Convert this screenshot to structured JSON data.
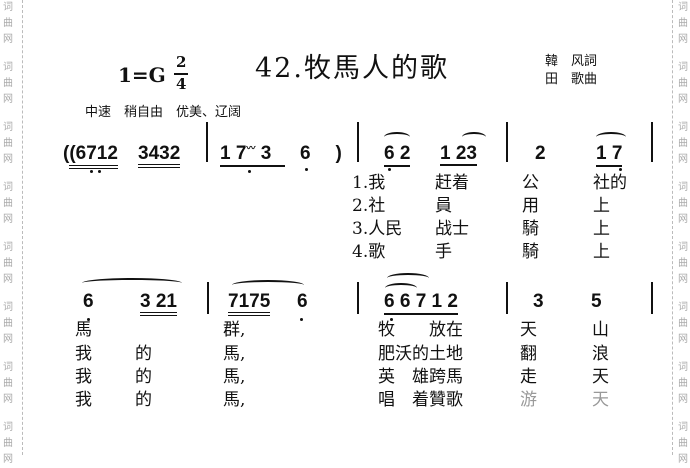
{
  "watermark": "词曲网",
  "header": {
    "key": "1=G",
    "time_top": "2",
    "time_bottom": "4",
    "title": "42.牧馬人的歌",
    "lyricist": "韓　风詞",
    "composer": "田　歌曲",
    "tempo": "中速　稍自由　优美、辽阔"
  },
  "row1": {
    "notes": [
      "(6712",
      "3432",
      "1 7",
      "3",
      "6",
      "  )",
      "6 2",
      "1 23",
      "2",
      "1 7"
    ],
    "lyrics": [
      [
        "1.我",
        "赶着",
        "公",
        "社的"
      ],
      [
        "2.社",
        "員",
        "用",
        "上"
      ],
      [
        "3.人民",
        "战士",
        "騎",
        "上"
      ],
      [
        "4.歌",
        "手",
        "騎",
        "上"
      ]
    ]
  },
  "row2": {
    "notes": [
      "6",
      "3 21",
      "7175",
      "6",
      "6 6 7 1 2",
      "3",
      "5"
    ],
    "lyrics": [
      [
        "馬",
        "",
        "群,",
        "牧　　放在",
        "天",
        "山"
      ],
      [
        "我",
        "的",
        "馬,",
        "肥沃的土地",
        "翻",
        "浪"
      ],
      [
        "我",
        "的",
        "馬,",
        "英　雄跨馬",
        "走",
        "天"
      ],
      [
        "我",
        "的",
        "馬,",
        "唱　着贊歌",
        "游",
        "天"
      ]
    ]
  }
}
